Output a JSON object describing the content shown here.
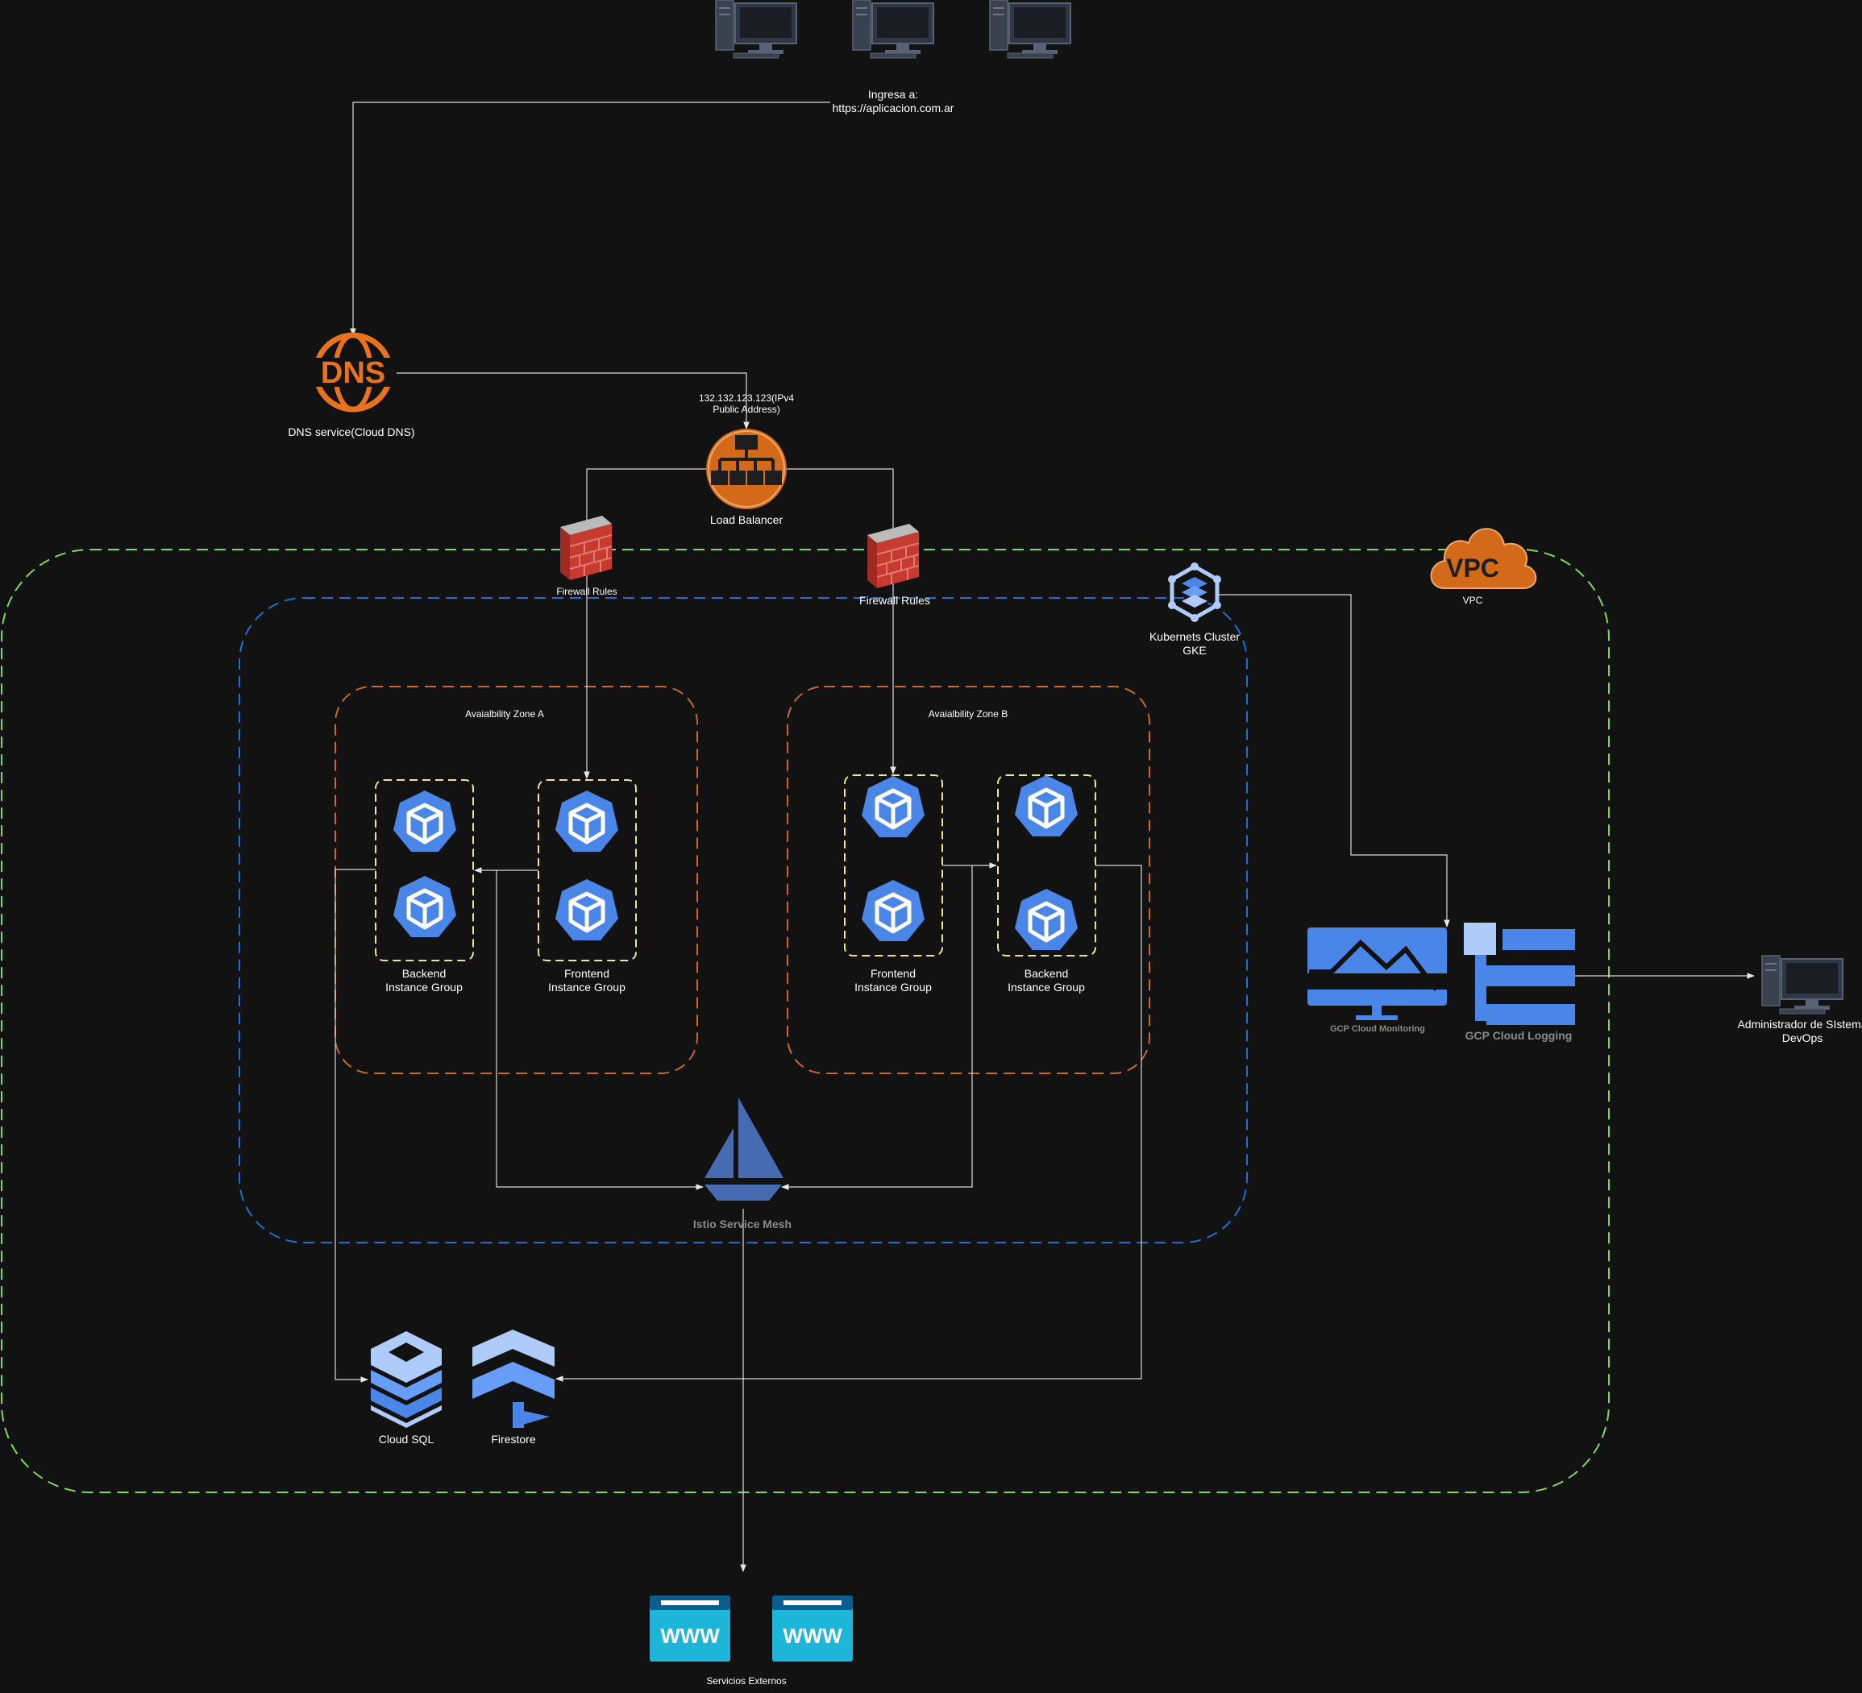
{
  "labels": {
    "ingresa": "Ingresa a:",
    "url": "https://aplicacion.com.ar",
    "dns": "DNS service(Cloud DNS)",
    "dns_icon_text": "DNS",
    "ip": "132.132.123.123(IPv4",
    "ip2": "Public Address)",
    "load_balancer": "Load Balancer",
    "firewall_left": "Firewall Rules",
    "firewall_right": "Firewall Rules",
    "vpc_icon_text": "VPC",
    "vpc": "VPC",
    "gke_line1": "Kubernets Cluster",
    "gke_line2": "GKE",
    "zone_a": "Avaialbility Zone A",
    "zone_b": "Avaialbility Zone B",
    "group_a_backend_1": "Backend",
    "group_a_backend_2": "Instance Group",
    "group_a_frontend_1": "Frontend",
    "group_a_frontend_2": "Instance Group",
    "group_b_frontend_1": "Frontend",
    "group_b_frontend_2": "Instance Group",
    "group_b_backend_1": "Backend",
    "group_b_backend_2": "Instance Group",
    "istio": "Istio Service Mesh",
    "cloud_sql": "Cloud SQL",
    "firestore": "Firestore",
    "monitoring": "GCP Cloud Monitoring",
    "logging": "GCP Cloud Logging",
    "admin_line1": "Administrador de SIstema",
    "admin_line2": "DevOps",
    "www": "WWW",
    "servicios": "Servicios Externos"
  },
  "colors": {
    "background": "#121212",
    "vpc_border": "#7ed957",
    "gke_border": "#1f6fd0",
    "zone_border": "#c86a1f",
    "group_border": "#e8e88a",
    "gcp_blue": "#4a86e8",
    "aws_orange": "#d26a19",
    "edge": "#d9d9d9"
  }
}
